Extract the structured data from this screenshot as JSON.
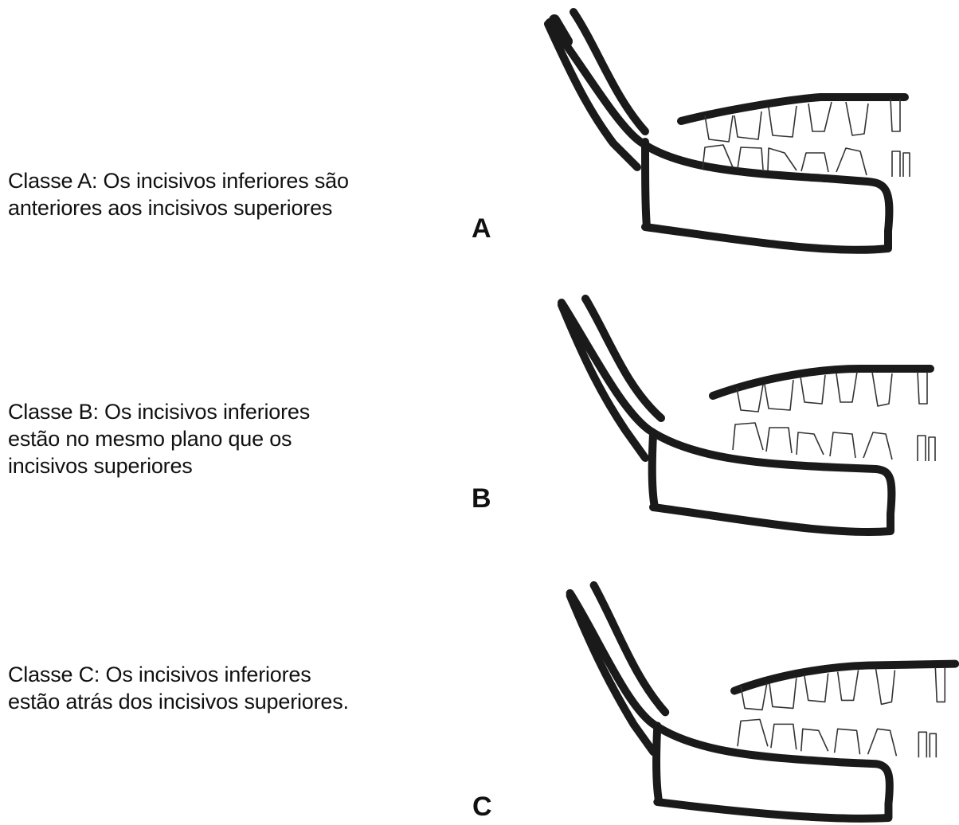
{
  "panels": [
    {
      "id": "A",
      "label": "A",
      "lines": [
        "Classe A: Os incisivos inferiores são",
        "anteriores aos incisivos superiores"
      ]
    },
    {
      "id": "B",
      "label": "B",
      "lines": [
        "Classe B: Os incisivos inferiores",
        "estão no mesmo plano que os",
        "incisivos superiores"
      ]
    },
    {
      "id": "C",
      "label": "C",
      "lines": [
        "Classe C: Os incisivos inferiores",
        "estão atrás dos incisivos superiores."
      ]
    }
  ],
  "colors": {
    "ink": "#1a1a1a",
    "background": "#ffffff"
  }
}
